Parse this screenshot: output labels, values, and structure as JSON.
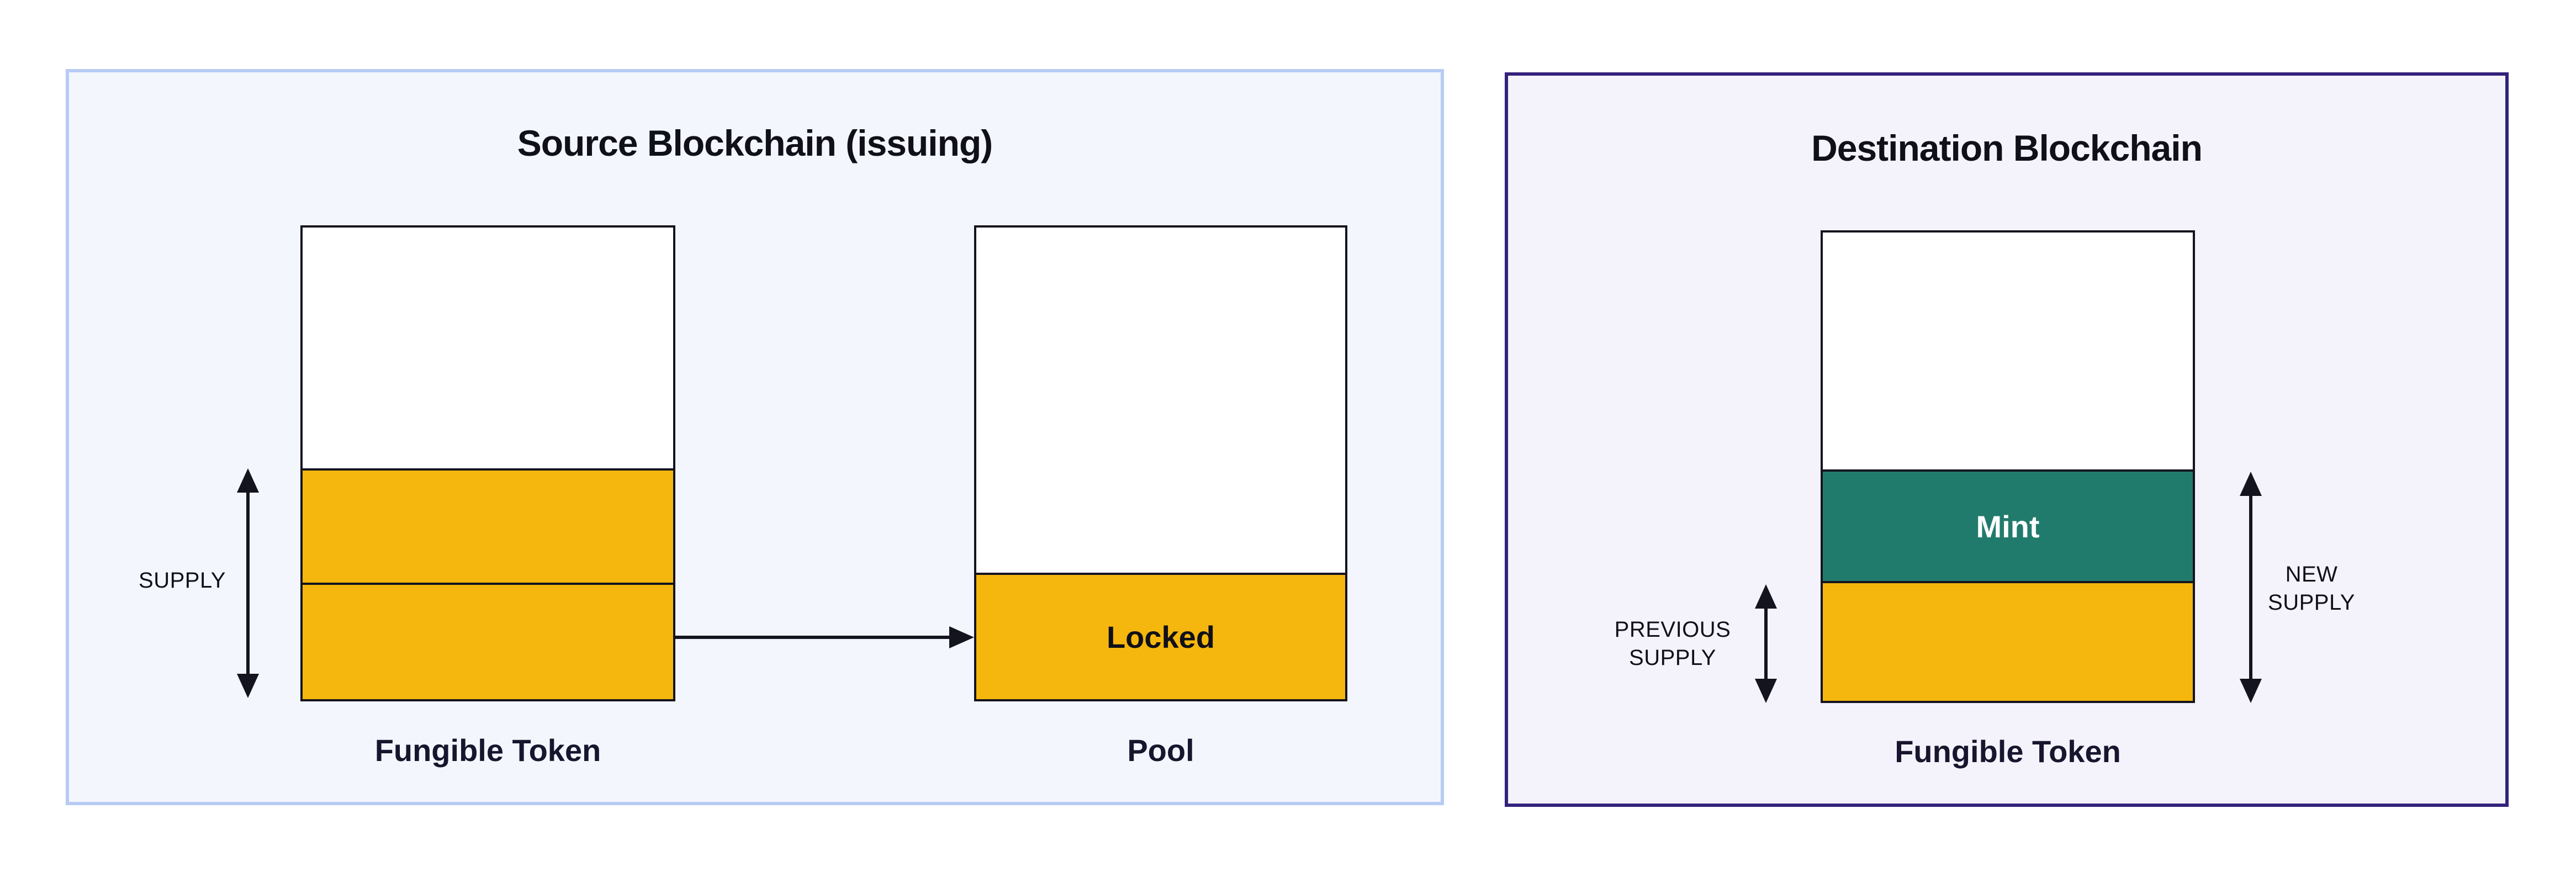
{
  "colors": {
    "amber": "#F5B70D",
    "teal": "#217B6C",
    "ink": "#14141F",
    "text_dark": "#17162E",
    "white": "#FFFFFF",
    "left_panel_bg": "#F3F6FD",
    "left_panel_border": "#B7CBF4",
    "right_panel_bg": "#F4F3FC",
    "right_panel_border": "#33217C"
  },
  "left_panel": {
    "title": "Source Blockchain (issuing)",
    "supply_arrow_label": "SUPPLY",
    "fungible_token_label": "Fungible Token",
    "pool_label": "Pool",
    "locked_label": "Locked"
  },
  "right_panel": {
    "title": "Destination Blockchain",
    "previous_supply_lines": [
      "PREVIOUS",
      "SUPPLY"
    ],
    "new_supply_lines": [
      "NEW",
      "SUPPLY"
    ],
    "mint_label": "Mint",
    "fungible_token_label": "Fungible Token"
  }
}
